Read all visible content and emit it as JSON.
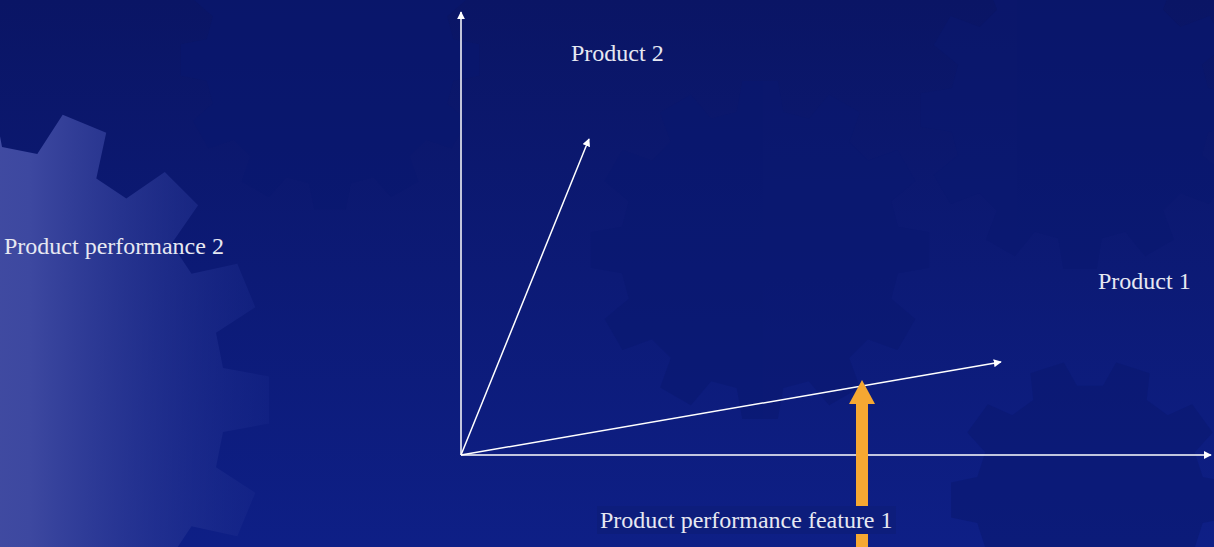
{
  "diagram": {
    "labels": [
      "Product 2",
      "Product performance 2",
      "Product 1",
      "Product performance feature 1"
    ]
  }
}
